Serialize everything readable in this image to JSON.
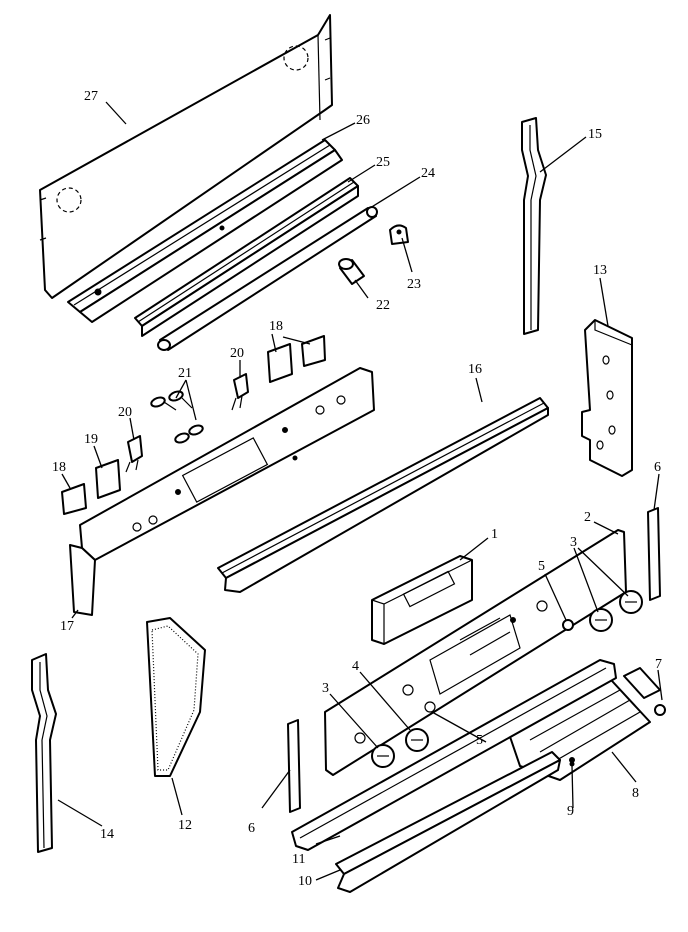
{
  "labels": {
    "p1": "1",
    "p2": "2",
    "p3a": "3",
    "p3b": "3",
    "p4": "4",
    "p5a": "5",
    "p5b": "5",
    "p6a": "6",
    "p6b": "6",
    "p7": "7",
    "p8": "8",
    "p9": "9",
    "p10": "10",
    "p11": "11",
    "p12": "12",
    "p13": "13",
    "p14": "14",
    "p15": "15",
    "p16": "16",
    "p17": "17",
    "p18a": "18",
    "p18b": "18",
    "p19": "19",
    "p20a": "20",
    "p20b": "20",
    "p21": "21",
    "p22": "22",
    "p23": "23",
    "p24": "24",
    "p25": "25",
    "p26": "26",
    "p27": "27"
  }
}
